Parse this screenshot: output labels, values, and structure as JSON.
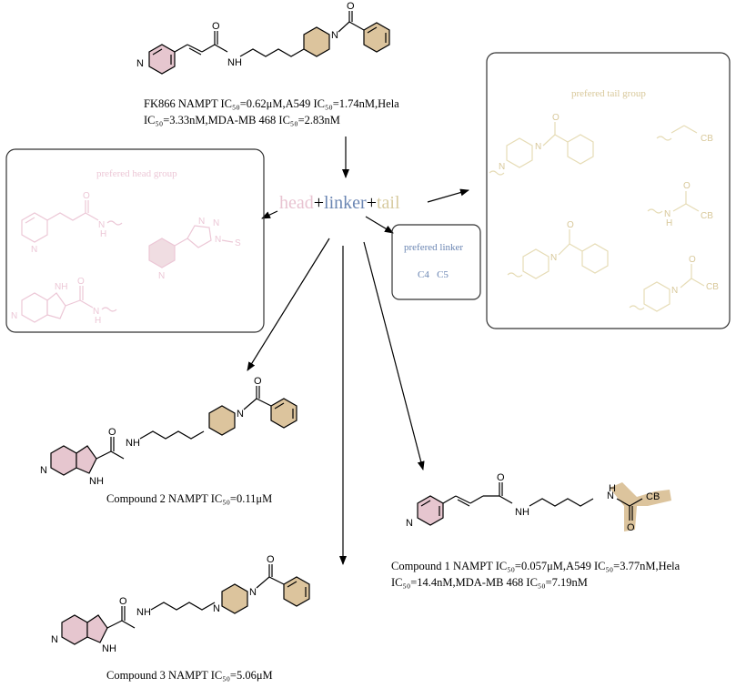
{
  "fk866": {
    "line1": "FK866 NAMPT IC₅₀=0.62μM,A549 IC₅₀=1.74nM,Hela",
    "line2": "IC₅₀=3.33nM,MDA-MB 468 IC₅₀=2.83nM"
  },
  "formula": {
    "head": "head",
    "plus1": "+",
    "linker": "linker",
    "plus2": "+",
    "tail": "tail"
  },
  "head_panel": {
    "title": "prefered head group"
  },
  "linker_panel": {
    "title": "prefered linker",
    "options": "C4   C5"
  },
  "tail_panel": {
    "title": "prefered tail group"
  },
  "compound1": {
    "line1": "Compound 1  NAMPT IC₅₀=0.057μM,A549 IC₅₀=3.77nM,Hela",
    "line2": "IC₅₀=14.4nM,MDA-MB 468 IC₅₀=7.19nM"
  },
  "compound2": {
    "caption": "Compound 2  NAMPT IC₅₀=0.11μM"
  },
  "compound3": {
    "caption": "Compound 3  NAMPT IC₅₀=5.06μM"
  },
  "atoms": {
    "N": "N",
    "O": "O",
    "H": "H",
    "NH": "NH",
    "CB": "CB",
    "S": "S"
  },
  "colors": {
    "head": "#e8c3d1",
    "linker": "#6b86b3",
    "tail": "#d7cba0",
    "head_fill": "#e6c6cf",
    "tail_fill": "#dcc49d"
  }
}
